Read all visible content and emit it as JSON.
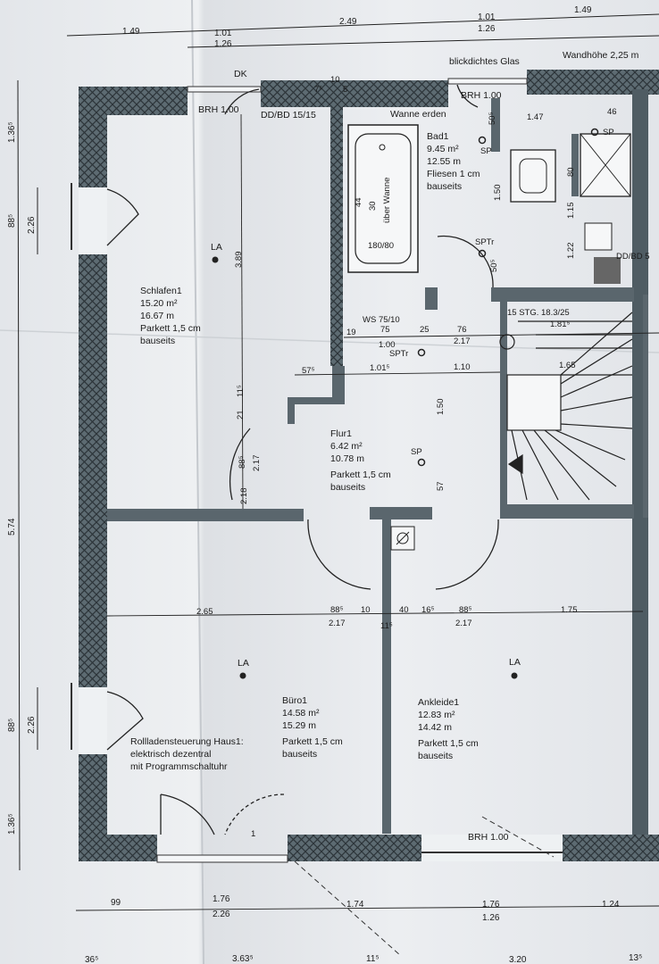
{
  "dims_top": {
    "row1": [
      "1.49",
      "2.49",
      "1.01",
      "1.49"
    ],
    "row2": [
      "1.01",
      "1.26",
      "1.26"
    ]
  },
  "dims_left": {
    "a": "1.36⁵",
    "b": "88⁵",
    "c": "2.26",
    "d": "5.74",
    "e": "88⁵",
    "f": "2.26",
    "g": "1.36⁵"
  },
  "dims_bottom": {
    "row1": [
      "99",
      "1.76",
      "1.74",
      "1.76",
      "1.24"
    ],
    "row2": [
      "2.26",
      "1.26"
    ],
    "row3": [
      "36⁵",
      "3.63⁵",
      "11⁵",
      "3.20",
      "13⁵"
    ]
  },
  "top_notes": {
    "dk": "DK",
    "glass": "blickdichtes Glas",
    "wall_height": "Wandhöhe 2,25 m",
    "brh_left": "BRH 1.00",
    "brh_bath": "BRH 1.00",
    "ddbd": "DD/BD 15/15",
    "ddbd_right": "DD/BD 5",
    "tub_note": "Wanne erden",
    "d10": "10",
    "d75": "7⁵",
    "d5": "5"
  },
  "rooms": {
    "schlafen": {
      "name": "Schlafen1",
      "area": "15.20 m²",
      "perim": "16.67 m",
      "floor": "Parkett 1,5 cm",
      "note": "bauseits",
      "la": "LA"
    },
    "bad": {
      "name": "Bad1",
      "area": "9.45 m²",
      "perim": "12.55 m",
      "floor": "Fliesen 1 cm",
      "note": "bauseits"
    },
    "flur": {
      "name": "Flur1",
      "area": "6.42 m²",
      "perim": "10.78 m",
      "floor": "Parkett 1,5 cm",
      "note": "bauseits"
    },
    "buero": {
      "name": "Büro1",
      "area": "14.58 m²",
      "perim": "15.29 m",
      "floor": "Parkett 1,5 cm",
      "note": "bauseits",
      "la": "LA"
    },
    "ankleide": {
      "name": "Ankleide1",
      "area": "12.83 m²",
      "perim": "14.42 m",
      "floor": "Parkett 1,5 cm",
      "note": "bauseits",
      "la": "LA"
    }
  },
  "bath_fixtures": {
    "tub_size": "180/80",
    "tub_30": "30",
    "tub_over": "über Wanne",
    "tub_44": "44",
    "sp1": "SP",
    "sp2": "SP",
    "d147": "1.47",
    "d46": "46",
    "d505a": "50⁵",
    "d150": "1.50",
    "d80": "80",
    "d115": "1.15",
    "d122": "1.22",
    "sptr": "SPTr",
    "d505b": "50⁵"
  },
  "hall_dims": {
    "ws": "WS 75/10",
    "d19": "19",
    "d75": "75",
    "d25": "25",
    "d76": "76",
    "d100": "1.00",
    "d217a": "2.17",
    "sptr": "SPTr",
    "d1015": "1.01⁵",
    "d110": "1.10",
    "d575": "57⁵",
    "d150": "1.50",
    "d57": "57",
    "sp": "SP",
    "d389": "3.89",
    "d217b": "2.17",
    "d115": "11⁵",
    "d21": "21",
    "d885": "88⁵",
    "d218": "2.18"
  },
  "stairs": {
    "label": "15 STG. 18.3/25",
    "d1815": "1.81⁵",
    "d165": "1.65"
  },
  "mid_dims": {
    "d265": "2.65",
    "d885a": "88⁵",
    "d10": "10",
    "d40": "40",
    "d165": "16⁵",
    "d885b": "88⁵",
    "d175": "1.75",
    "d217a": "2.17",
    "d115": "11⁵",
    "d217b": "2.17"
  },
  "notes": {
    "blinds_line1": "Rollladensteuerung Haus1:",
    "blinds_line2": "elektrisch dezentral",
    "blinds_line3": "mit Programmschaltuhr",
    "brh_bottom": "BRH 1.00",
    "door_num": "1"
  }
}
